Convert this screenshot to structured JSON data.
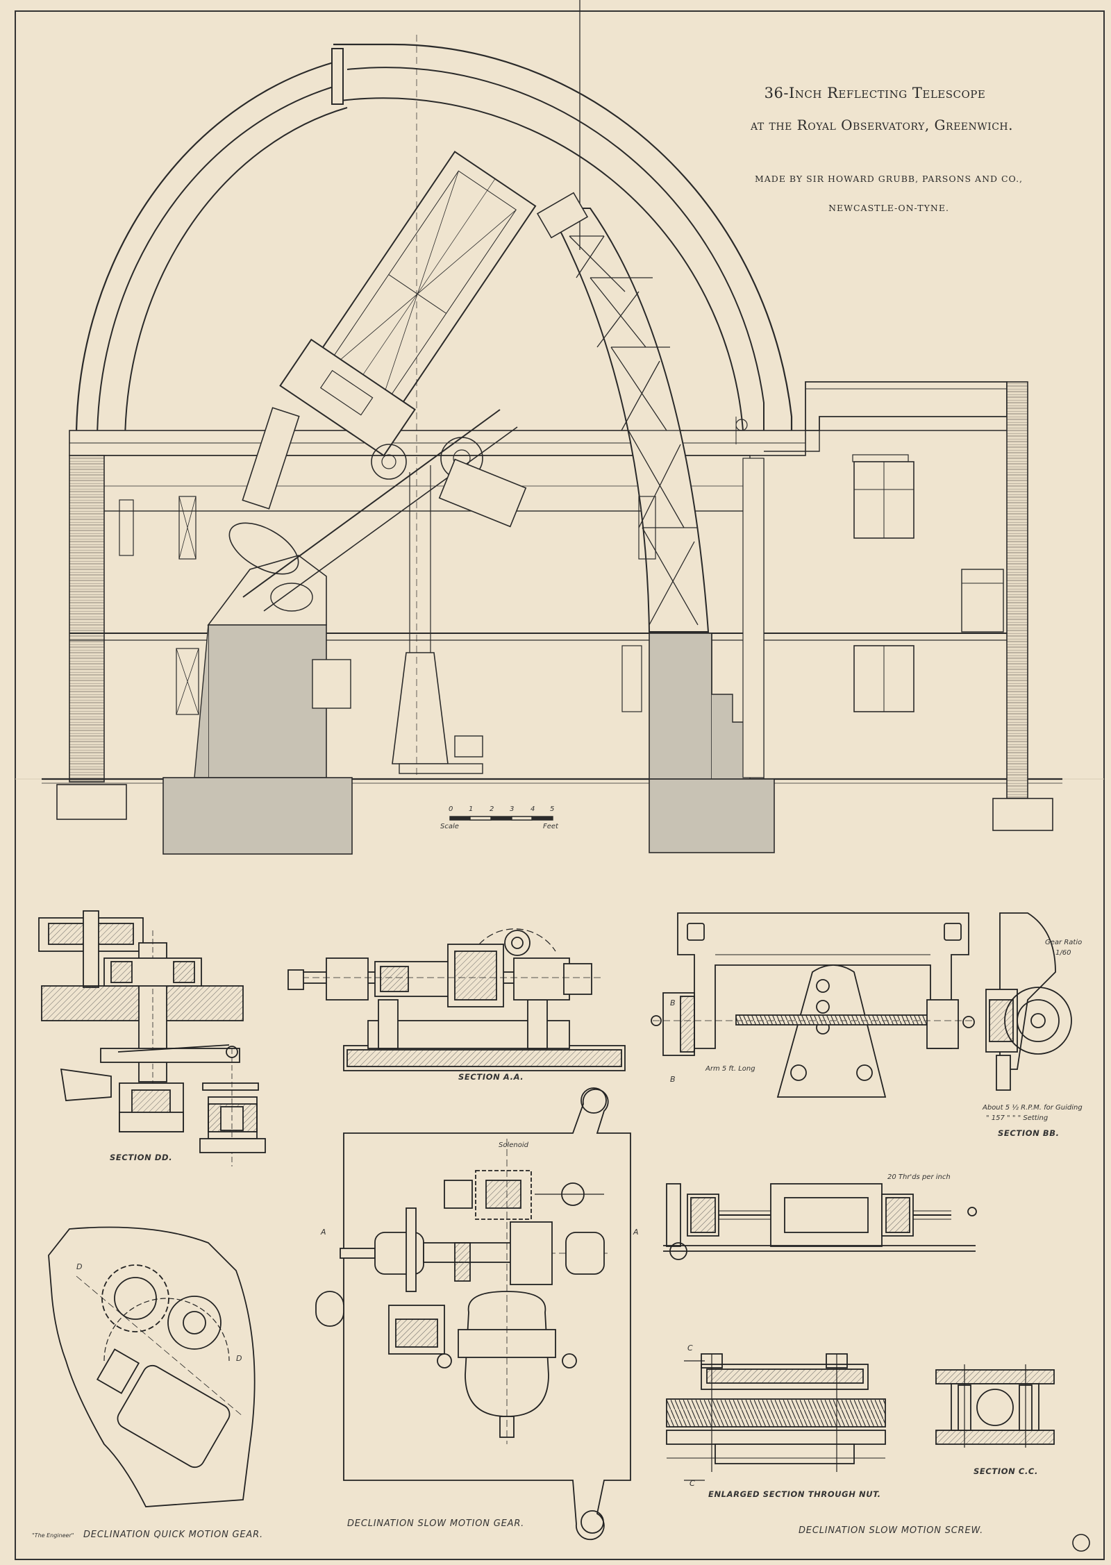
{
  "title": {
    "line1": "36-Inch Reflecting Telescope",
    "line2": "at the Royal Observatory, Greenwich.",
    "maker": "MADE BY SIR HOWARD GRUBB, PARSONS AND CO.,",
    "town": "NEWCASTLE-ON-TYNE."
  },
  "scale": {
    "ticks": [
      "0",
      "1",
      "2",
      "3",
      "4",
      "5"
    ],
    "left_label": "Scale",
    "right_label": "Feet"
  },
  "labels": {
    "section_dd": "SECTION DD.",
    "section_aa": "SECTION A.A.",
    "section_bb": "SECTION BB.",
    "section_cc": "SECTION C.C.",
    "arm": "Arm 5 ft. Long",
    "gear_ratio_1": "Gear Ratio",
    "gear_ratio_2": "1/60",
    "rpm_1": "About 5 ½  R.P.M. for Guiding",
    "rpm_2": "\"  157   \"   \"   \"  Setting",
    "solenoid": "Solenoid",
    "threads": "20 Thr'ds per inch",
    "enlarged": "ENLARGED SECTION THROUGH NUT.",
    "engineer": "\"The Engineer\"",
    "quick_motion": "DECLINATION QUICK MOTION GEAR.",
    "slow_gear": "DECLINATION SLOW MOTION GEAR.",
    "slow_screw": "DECLINATION SLOW MOTION SCREW."
  },
  "letters": {
    "b1": "B",
    "b2": "B",
    "a1": "A",
    "a2": "A",
    "c1": "C",
    "c2": "C",
    "d1": "D",
    "d2": "D"
  },
  "colors": {
    "paper": "#efe4cf",
    "ink": "#2a2a2a",
    "shade": "#c8c2b4"
  }
}
